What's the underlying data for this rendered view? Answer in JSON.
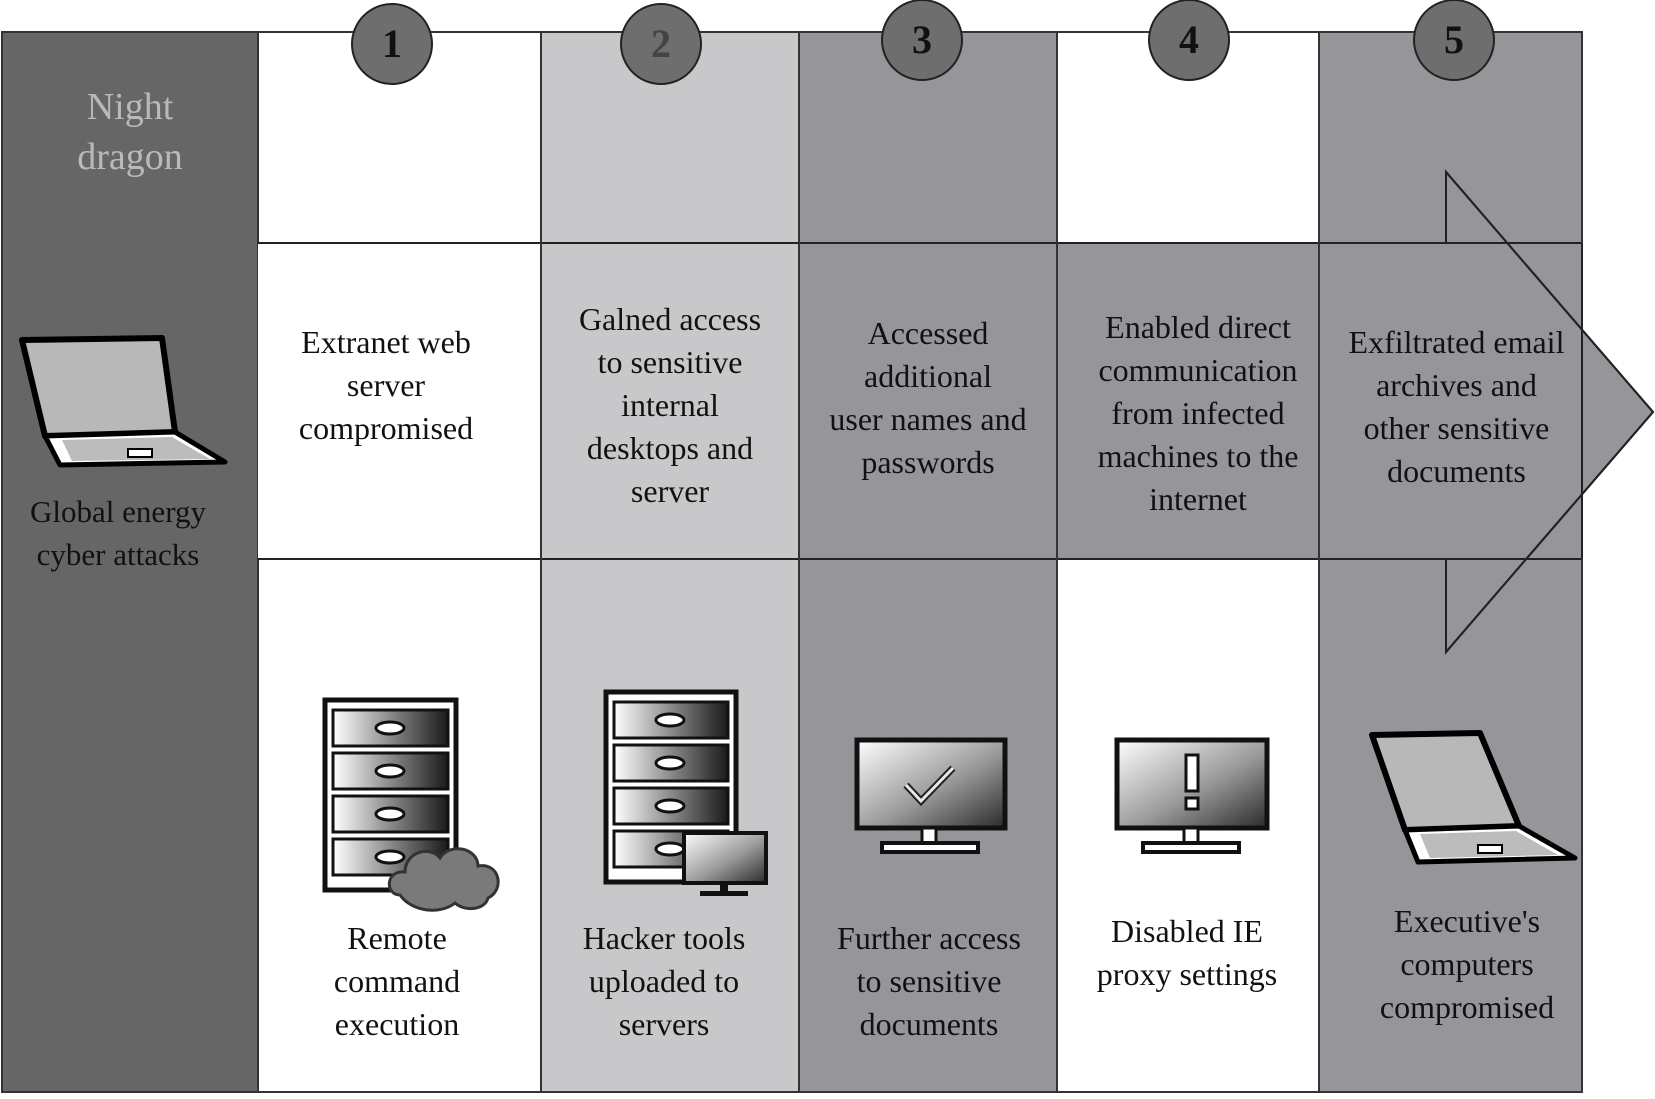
{
  "sidebar": {
    "title": "Night\ndragon",
    "subtitle": "Global energy\ncyber attacks",
    "icon": "laptop-icon"
  },
  "steps": [
    {
      "number": "1",
      "description": "Extranet web\nserver\ncompromised",
      "caption": "Remote\ncommand\nexecution",
      "icon": "server-cloud-icon"
    },
    {
      "number": "2",
      "description": "Galned access\nto sensitive\ninternal\ndesktops and\nserver",
      "caption": "Hacker tools\nuploaded to\nservers",
      "icon": "server-monitor-icon"
    },
    {
      "number": "3",
      "description": "Accessed\nadditional\nuser names and\npasswords",
      "caption": "Further access\nto sensitive\ndocuments",
      "icon": "monitor-check-icon"
    },
    {
      "number": "4",
      "description": "Enabled direct\ncommunication\nfrom infected\nmachines to the\ninternet",
      "caption": "Disabled IE\nproxy settings",
      "icon": "monitor-alert-icon"
    },
    {
      "number": "5",
      "description": "Exfiltrated email\narchives and\nother sensitive\ndocuments",
      "caption": "Executive's\ncomputers\ncompromised",
      "icon": "laptop-icon"
    }
  ],
  "colors": {
    "sidebar": "#666666",
    "col1": "#ffffff",
    "col2": "#c8c8cb",
    "col3": "#96969a",
    "col4": "#ffffff",
    "col5": "#96969a",
    "arrow": "#96969a",
    "circle": "#6e6e6e",
    "line": "#333333"
  }
}
